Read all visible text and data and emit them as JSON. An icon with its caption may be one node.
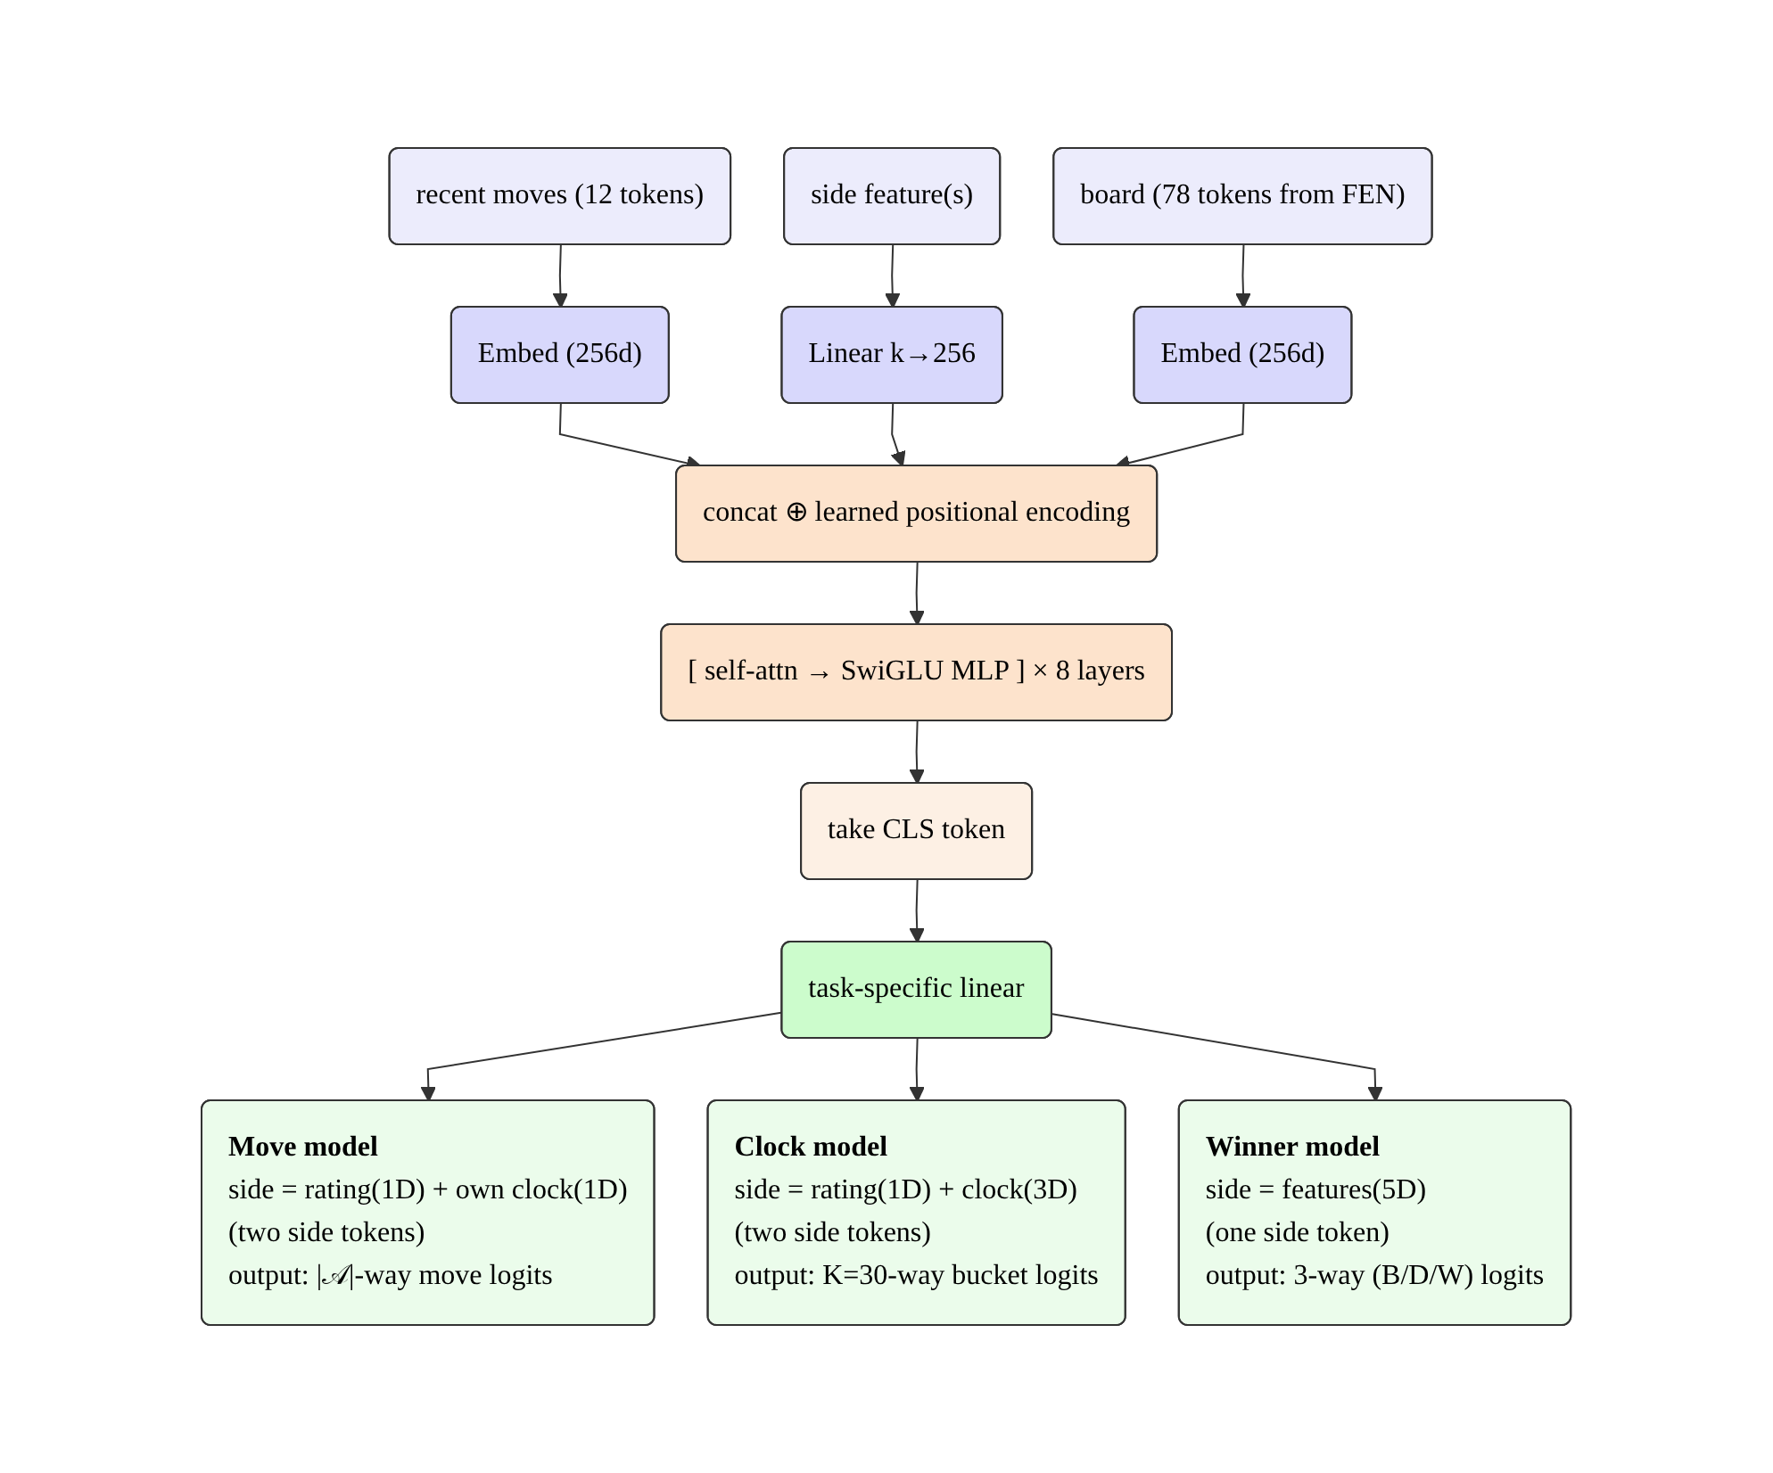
{
  "diagram": {
    "nodes": [
      {
        "text": [
          "recent moves (12 tokens)"
        ]
      },
      {
        "text": [
          "side feature(s)"
        ]
      },
      {
        "text": [
          "board (78 tokens from FEN)"
        ]
      },
      {
        "text": [
          "Embed (256d)"
        ]
      },
      {
        "text": [
          "Linear k→256"
        ]
      },
      {
        "text": [
          "Embed (256d)"
        ]
      },
      {
        "text": [
          "concat ⊕ learned positional encoding"
        ]
      },
      {
        "text": [
          "[ self-attn → SwiGLU MLP ] × 8 layers"
        ]
      },
      {
        "text": [
          "take CLS token"
        ]
      },
      {
        "text": [
          "task-specific linear"
        ]
      },
      {
        "text": [
          "Move model",
          "side = rating(1D) + own clock(1D)",
          "(two side tokens)",
          "output: |𝒜|-way move logits"
        ]
      },
      {
        "text": [
          "Clock model",
          "side = rating(1D) + clock(3D)",
          "(two side tokens)",
          "output: K=30-way bucket logits"
        ]
      },
      {
        "text": [
          "Winner model",
          "side = features(5D)",
          "(one side token)",
          "output: 3-way (B/D/W) logits"
        ]
      }
    ],
    "edges": [
      {
        "from": 0,
        "to": 3,
        "arrow": "to"
      },
      {
        "from": 1,
        "to": 4,
        "arrow": "to"
      },
      {
        "from": 2,
        "to": 5,
        "arrow": "to"
      },
      {
        "from": 3,
        "to": 6,
        "arrow": "to"
      },
      {
        "from": 4,
        "to": 6,
        "arrow": "to"
      },
      {
        "from": 5,
        "to": 6,
        "arrow": "to"
      },
      {
        "from": 6,
        "to": 7,
        "arrow": "to"
      },
      {
        "from": 7,
        "to": 8,
        "arrow": "to"
      },
      {
        "from": 8,
        "to": 9,
        "arrow": "to"
      },
      {
        "from": 9,
        "to": 10,
        "arrow": "to"
      },
      {
        "from": 9,
        "to": 11,
        "arrow": "to"
      },
      {
        "from": 9,
        "to": 12,
        "arrow": "to"
      }
    ]
  }
}
